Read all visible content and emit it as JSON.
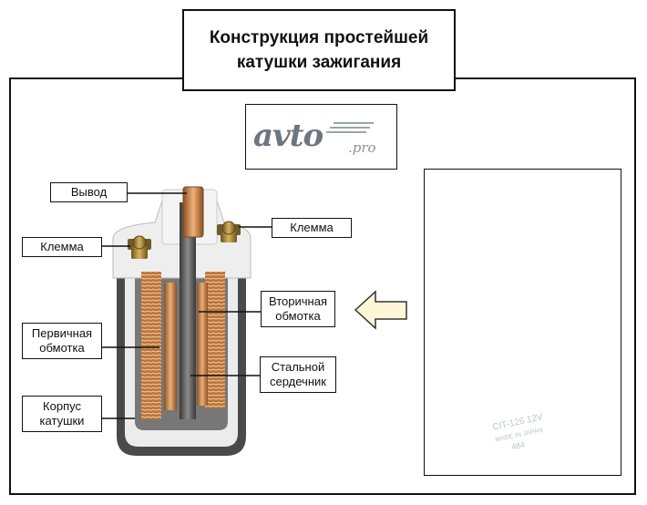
{
  "title": {
    "line1": "Конструкция простейшей",
    "line2": "катушки зажигания"
  },
  "logo": {
    "main": "avto",
    "suffix": ".pro"
  },
  "labels": {
    "vyvod": "Вывод",
    "klemma_left": "Клемма",
    "klemma_right": "Клемма",
    "vtorichnaya_1": "Вторичная",
    "vtorichnaya_2": "обмотка",
    "pervichnaya_1": "Первичная",
    "pervichnaya_2": "обмотка",
    "stalnoy_1": "Стальной",
    "stalnoy_2": "сердечник",
    "korpus_1": "Корпус",
    "korpus_2": "катушки"
  },
  "photo": {
    "print_model": "CIT-126 12V",
    "print_origin": "MADE IN JAPAN",
    "print_number": "484"
  },
  "colors": {
    "copper": "#c8834a",
    "core": "#555555",
    "body": "#e8e8e8",
    "arrow_fill": "#fff6d8",
    "coil_black": "#1e1f20"
  }
}
